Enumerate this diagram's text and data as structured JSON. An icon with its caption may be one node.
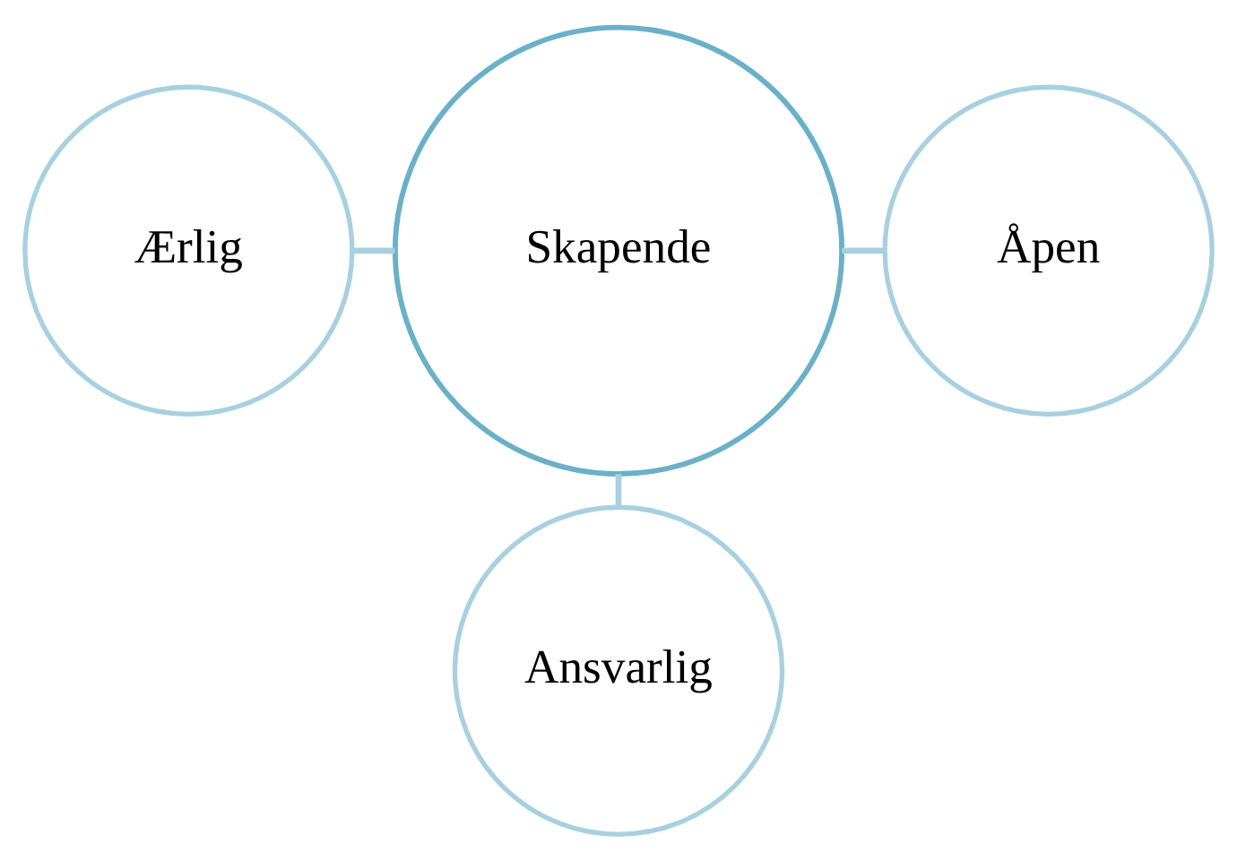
{
  "diagram": {
    "nodes": [
      {
        "text": [
          "Ærlig"
        ]
      },
      {
        "text": [
          "Skapende"
        ]
      },
      {
        "text": [
          "Åpen"
        ]
      },
      {
        "text": [
          "Ansvarlig"
        ]
      }
    ],
    "edges": [
      {
        "from": 0,
        "to": 1,
        "arrow": "none"
      },
      {
        "from": 1,
        "to": 2,
        "arrow": "none"
      },
      {
        "from": 1,
        "to": 3,
        "arrow": "none"
      }
    ]
  }
}
